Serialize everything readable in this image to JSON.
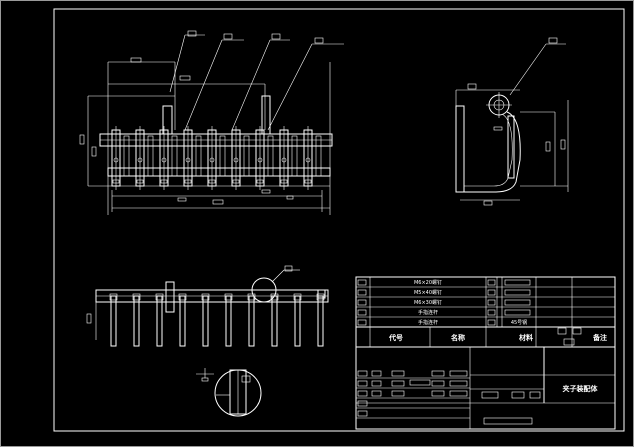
{
  "bom": {
    "rows": [
      {
        "label": "M6×20螺钉"
      },
      {
        "label": "M5×40螺钉"
      },
      {
        "label": "M6×30螺钉"
      },
      {
        "label": "手指连杆"
      },
      {
        "label": "手指连杆",
        "material": "45号钢"
      }
    ],
    "header": {
      "code": "代号",
      "name": "名称",
      "material": "材料",
      "remark": "备注"
    }
  },
  "title_block": {
    "title": "夹子装配体"
  }
}
